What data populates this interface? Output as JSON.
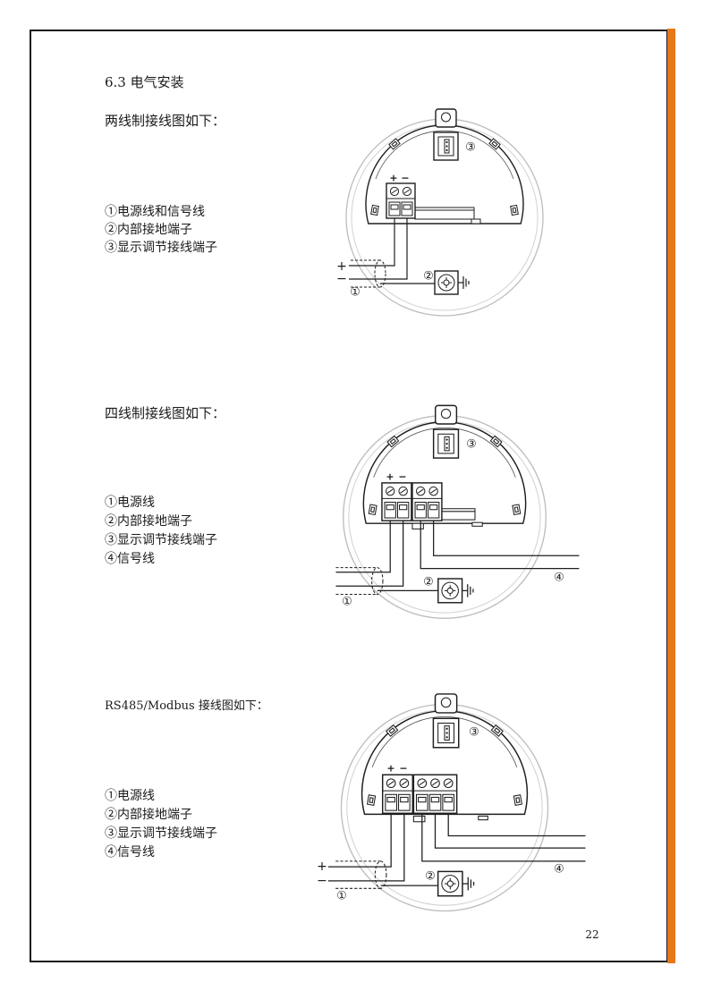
{
  "section_title": "6.3 电气安装",
  "diagrams": [
    {
      "heading": "两线制接线图如下：",
      "legend": [
        "①电源线和信号线",
        "②内部接地端子",
        "③显示调节接线端子"
      ],
      "terminal_plus": "+",
      "terminal_minus": "−",
      "wire_plus": "+",
      "wire_minus": "−",
      "cable_label": "①",
      "ground_label": "②",
      "display_label": "③"
    },
    {
      "heading": "四线制接线图如下：",
      "legend": [
        "①电源线",
        "②内部接地端子",
        "③显示调节接线端子",
        "④信号线"
      ],
      "terminal_plus": "+",
      "terminal_minus": "−",
      "cable_label": "①",
      "ground_label": "②",
      "display_label": "③",
      "signal_label": "④"
    },
    {
      "heading": "RS485/Modbus 接线图如下：",
      "legend": [
        "①电源线",
        "②内部接地端子",
        "③显示调节接线端子",
        "④信号线"
      ],
      "terminal_plus": "+",
      "terminal_minus": "−",
      "wire_plus": "+",
      "wire_minus": "−",
      "cable_label": "①",
      "ground_label": "②",
      "display_label": "③",
      "signal_label": "④"
    }
  ],
  "page_number": "22",
  "colors": {
    "accent_bar": "#e67817",
    "border": "#1a1a1a"
  }
}
